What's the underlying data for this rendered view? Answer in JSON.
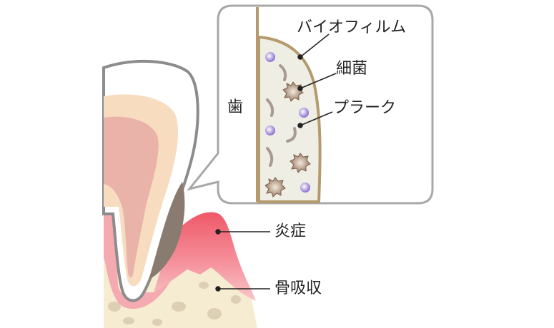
{
  "labels": {
    "tooth": "歯",
    "biofilm": "バイオフィルム",
    "bacteria": "細菌",
    "plaque": "プラーク",
    "inflammation": "炎症",
    "bone_resorption": "骨吸収"
  },
  "colors": {
    "gum_inflamed": "#ef5b6b",
    "gum": "#f4aab0",
    "bone": "#f6ecd2",
    "bone_spots": "#dccfb3",
    "dentin": "#f7dcc0",
    "pulp": "#eab3aa",
    "calculus": "#8a7b70",
    "biofilm_border": "#b59a6e",
    "bacteria_purple": "#9b82d8"
  }
}
